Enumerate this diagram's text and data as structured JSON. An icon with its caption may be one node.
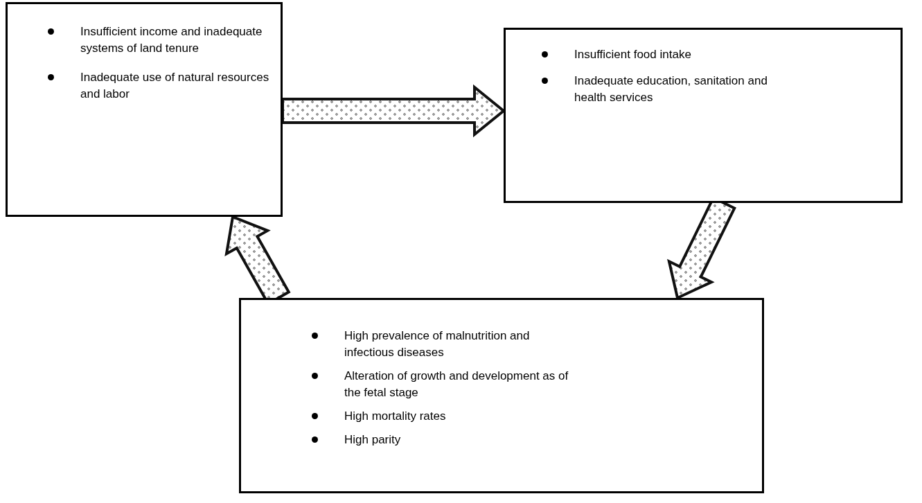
{
  "diagram": {
    "nodes": [
      {
        "text": [
          "Insufficient income and inadequate systems of land tenure",
          "Inadequate use of natural resources and labor"
        ]
      },
      {
        "text": [
          "Insufficient food intake",
          "Inadequate education, sanitation and health services"
        ]
      },
      {
        "text": [
          "High prevalence of malnutrition and infectious diseases",
          "Alteration of growth and development as of the fetal stage",
          "High mortality rates",
          "High parity"
        ]
      }
    ],
    "edges": [
      {
        "from": 0,
        "to": 1,
        "arrow": "to",
        "style": "thick"
      },
      {
        "from": 1,
        "to": 2,
        "arrow": "to",
        "style": "thick"
      },
      {
        "from": 2,
        "to": 0,
        "arrow": "to",
        "style": "thick"
      }
    ]
  }
}
